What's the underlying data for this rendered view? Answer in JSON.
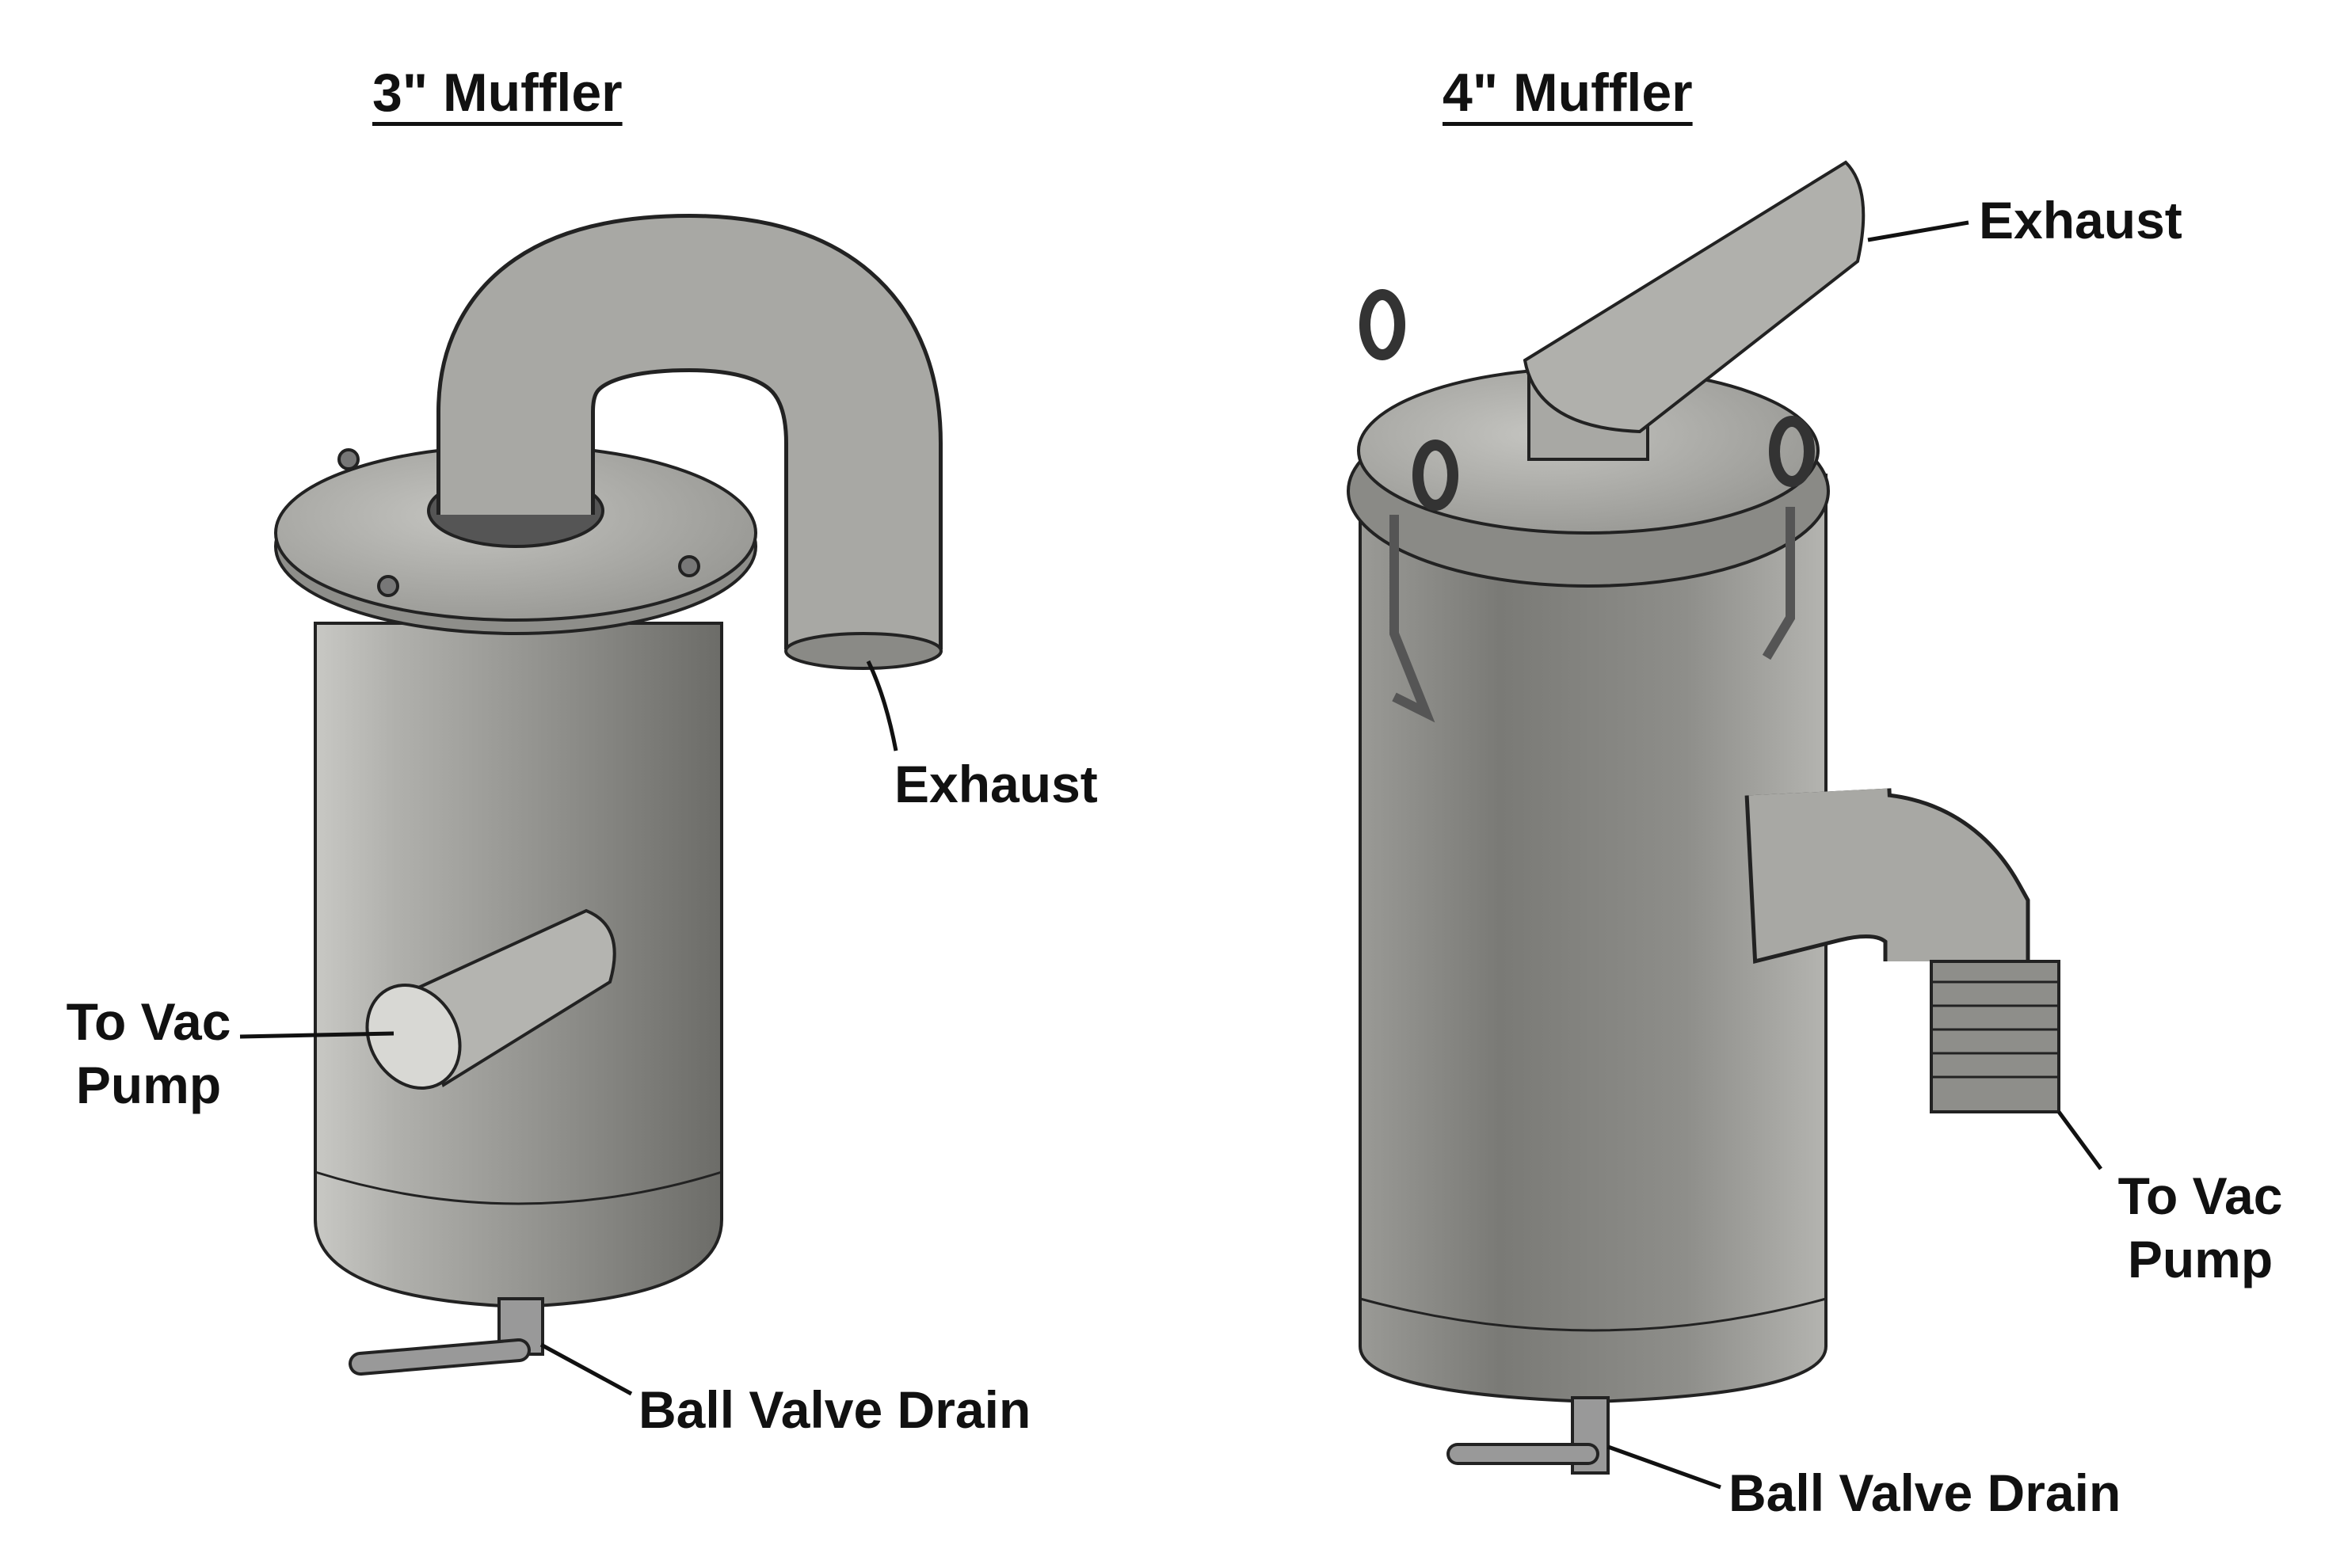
{
  "titles": {
    "left": "3\" Muffler",
    "right": "4\" Muffler"
  },
  "left_labels": {
    "exhaust": "Exhaust",
    "to_vac_line1": "To Vac",
    "to_vac_line2": "Pump",
    "ball_valve": "Ball Valve Drain"
  },
  "right_labels": {
    "exhaust": "Exhaust",
    "to_vac_line1": "To Vac",
    "to_vac_line2": "Pump",
    "ball_valve": "Ball Valve Drain"
  },
  "colors": {
    "metal": "#a4a4a0",
    "metal_dark": "#6e6e6a",
    "outline": "#222222",
    "text": "#111111"
  }
}
